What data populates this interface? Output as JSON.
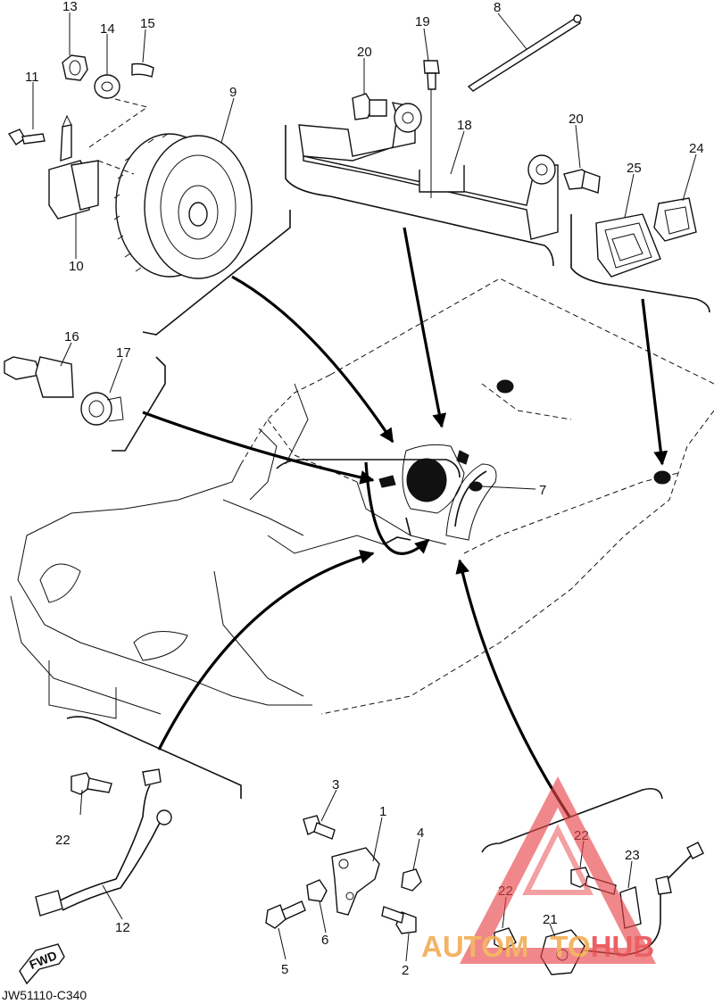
{
  "callouts": [
    "1",
    "2",
    "3",
    "4",
    "5",
    "6",
    "7",
    "8",
    "9",
    "10",
    "11",
    "12",
    "13",
    "14",
    "15",
    "16",
    "17",
    "18",
    "19",
    "20",
    "20",
    "21",
    "22",
    "22",
    "22",
    "23",
    "24",
    "25"
  ],
  "fwd_label": "FWD",
  "drawing_code": "JW51110-C340",
  "watermark": {
    "part1": "AUTOM",
    "part2": "TO",
    "part3": "HUB",
    "color_red": "#e8454a",
    "color_orange": "#f2a84a"
  }
}
